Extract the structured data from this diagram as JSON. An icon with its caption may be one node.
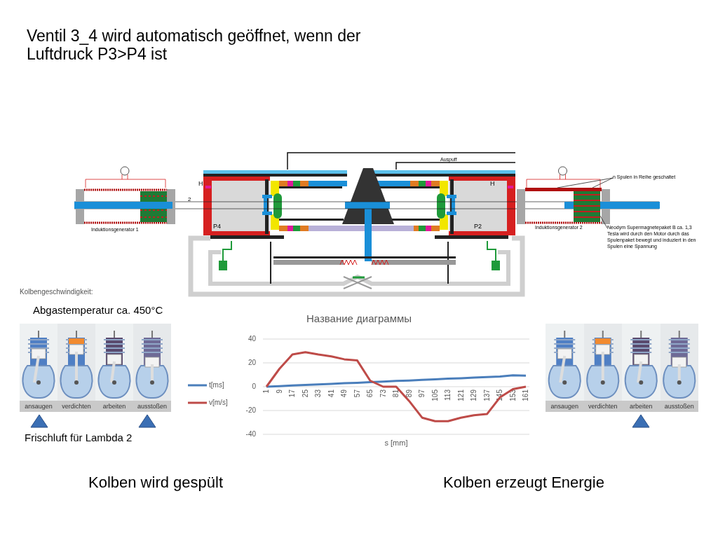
{
  "diagram": {
    "title": "Ventil 3_4 wird automatisch geöffnet, wenn der Luftdruck P3>P4 ist",
    "nodes": [
      {
        "text": [
          "n Spulen in Reihe geschaltet"
        ]
      },
      {
        "text": [],
        "shape": "box"
      },
      {
        "text": [
          "Neodym Supermagnetepaket B ca. 1,3 Tesla wird durch den Motor durch das Spulenpaket bewegt und induziert in den Spulen eine Spannung"
        ]
      },
      {
        "text": [],
        "shape": "box"
      }
    ],
    "edges": [
      {
        "from": 0,
        "to": 1,
        "arrow": "none"
      },
      {
        "from": 0,
        "to": 1,
        "arrow": "none"
      },
      {
        "from": 2,
        "to": 3,
        "arrow": "none"
      }
    ],
    "labels": [
      "Auspuff",
      "2",
      "H",
      "H",
      "Induktionsgenerator 1",
      "P4",
      "P2",
      "Induktionsgenerator 2",
      "Kolbengeschwindigkeit:",
      "Abgastemperatur ca. 450°C",
      "ansaugen",
      "verdichten",
      "arbeiten",
      "ausstoßen",
      "ansaugen",
      "verdichten",
      "arbeiten",
      "ausstoßen",
      "Frischluft für Lambda 2",
      "Kolben wird gespült",
      "Kolben erzeugt Energie"
    ],
    "chart_data": {
      "type": "line",
      "title": "Название диаграммы",
      "xlabel": "s [mm]",
      "categories": [
        "1",
        "9",
        "17",
        "25",
        "33",
        "41",
        "49",
        "57",
        "65",
        "73",
        "81",
        "89",
        "97",
        "105",
        "113",
        "121",
        "129",
        "137",
        "145",
        "153",
        "161"
      ],
      "series": [
        {
          "name": "t[ms]",
          "color": "#4a7ebb",
          "values": [
            0,
            0.5,
            1,
            1.4,
            1.9,
            2.4,
            2.9,
            3.3,
            3.8,
            4.3,
            4.8,
            5.2,
            5.7,
            6.2,
            6.7,
            7.1,
            7.6,
            8.1,
            8.6,
            9.5,
            9.3
          ]
        },
        {
          "name": "v[m/s]",
          "color": "#be4b48",
          "values": [
            0,
            15,
            27,
            29,
            27,
            25.5,
            23,
            22,
            5,
            0,
            0,
            -12,
            -26,
            -29,
            -29,
            -26,
            -24,
            -23,
            -9,
            -2,
            0
          ]
        }
      ],
      "ylim": [
        -40,
        40
      ],
      "yticks": [
        -40,
        -20,
        0,
        20,
        40
      ],
      "grid": true,
      "legend": "left"
    }
  }
}
